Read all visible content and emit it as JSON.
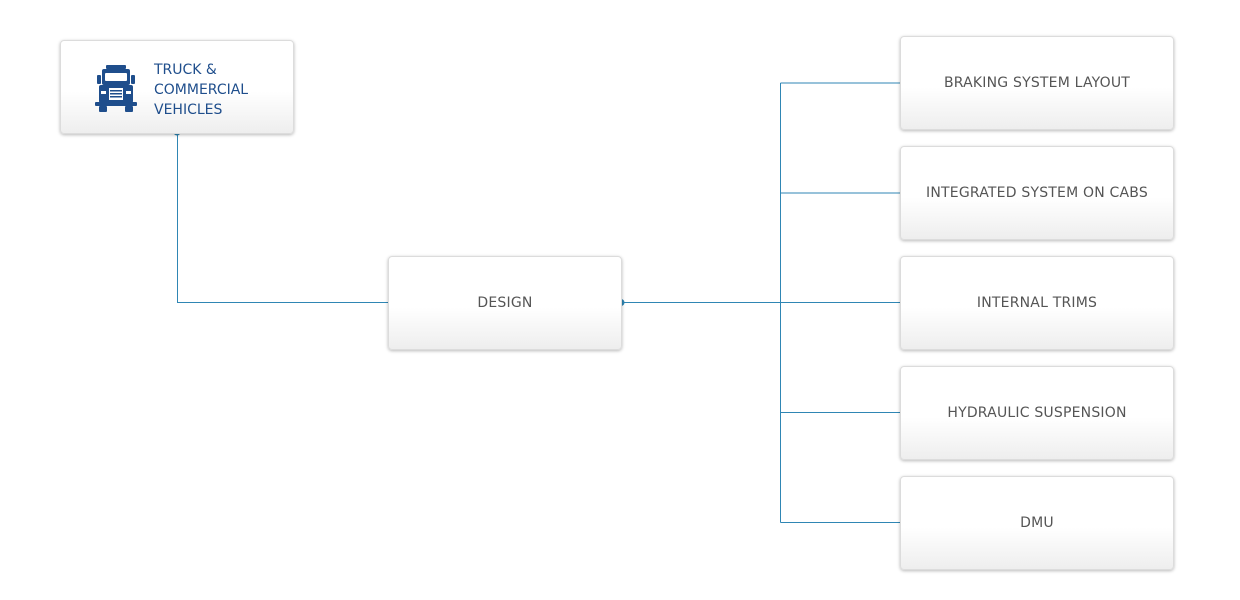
{
  "root": {
    "label_lines": [
      "TRUCK &",
      "COMMERCIAL",
      "VEHICLES"
    ],
    "icon": "truck-icon",
    "color": "#1f4e8c"
  },
  "design": {
    "label": "DESIGN"
  },
  "children": [
    {
      "label": "BRAKING SYSTEM LAYOUT"
    },
    {
      "label": "INTEGRATED SYSTEM ON CABS"
    },
    {
      "label": "INTERNAL TRIMS"
    },
    {
      "label": "HYDRAULIC SUSPENSION"
    },
    {
      "label": "DMU"
    }
  ],
  "colors": {
    "connector": "#2f86b4",
    "text": "#555555",
    "root_text": "#1f4e8c"
  }
}
